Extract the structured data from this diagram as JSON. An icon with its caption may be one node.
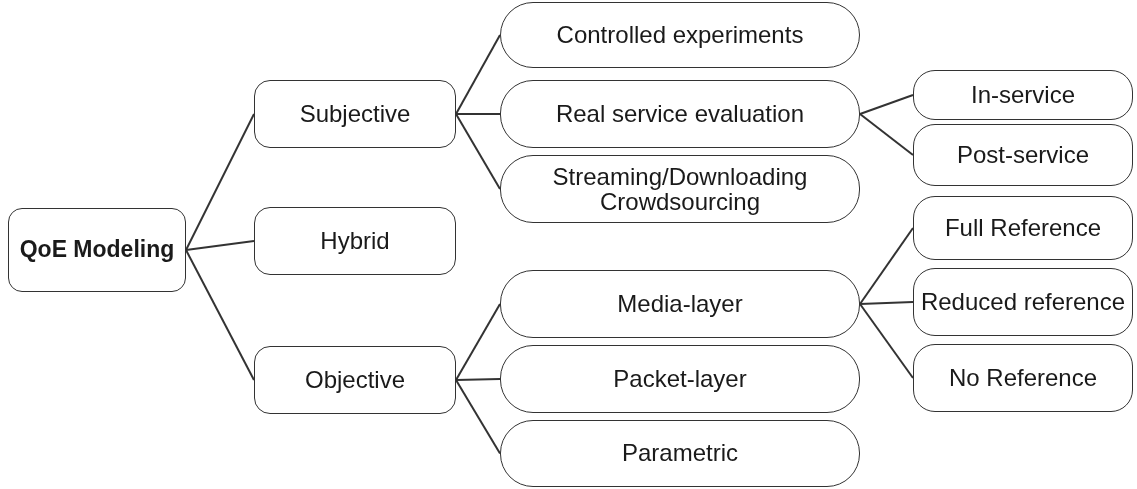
{
  "diagram": {
    "nodes": [
      {
        "text": [
          "QoE Modeling"
        ]
      },
      {
        "text": [
          "Subjective"
        ]
      },
      {
        "text": [
          "Hybrid"
        ]
      },
      {
        "text": [
          "Objective"
        ]
      },
      {
        "text": [
          "Controlled experiments"
        ]
      },
      {
        "text": [
          "Real service evaluation"
        ]
      },
      {
        "text": [
          "Streaming/Downloading Crowdsourcing"
        ]
      },
      {
        "text": [
          "Media-layer"
        ]
      },
      {
        "text": [
          "Packet-layer"
        ]
      },
      {
        "text": [
          "Parametric"
        ]
      },
      {
        "text": [
          "In-service"
        ]
      },
      {
        "text": [
          "Post-service"
        ]
      },
      {
        "text": [
          "Full Reference"
        ]
      },
      {
        "text": [
          "Reduced reference"
        ]
      },
      {
        "text": [
          "No Reference"
        ]
      }
    ],
    "edges": [
      {
        "from": 0,
        "to": 1,
        "arrow": "none"
      },
      {
        "from": 0,
        "to": 2,
        "arrow": "none"
      },
      {
        "from": 0,
        "to": 3,
        "arrow": "none"
      },
      {
        "from": 1,
        "to": 4,
        "arrow": "none"
      },
      {
        "from": 1,
        "to": 5,
        "arrow": "none"
      },
      {
        "from": 1,
        "to": 6,
        "arrow": "none"
      },
      {
        "from": 3,
        "to": 7,
        "arrow": "none"
      },
      {
        "from": 3,
        "to": 8,
        "arrow": "none"
      },
      {
        "from": 3,
        "to": 9,
        "arrow": "none"
      },
      {
        "from": 5,
        "to": 10,
        "arrow": "none"
      },
      {
        "from": 5,
        "to": 11,
        "arrow": "none"
      },
      {
        "from": 7,
        "to": 12,
        "arrow": "none"
      },
      {
        "from": 7,
        "to": 13,
        "arrow": "none"
      },
      {
        "from": 7,
        "to": 14,
        "arrow": "none"
      }
    ]
  }
}
